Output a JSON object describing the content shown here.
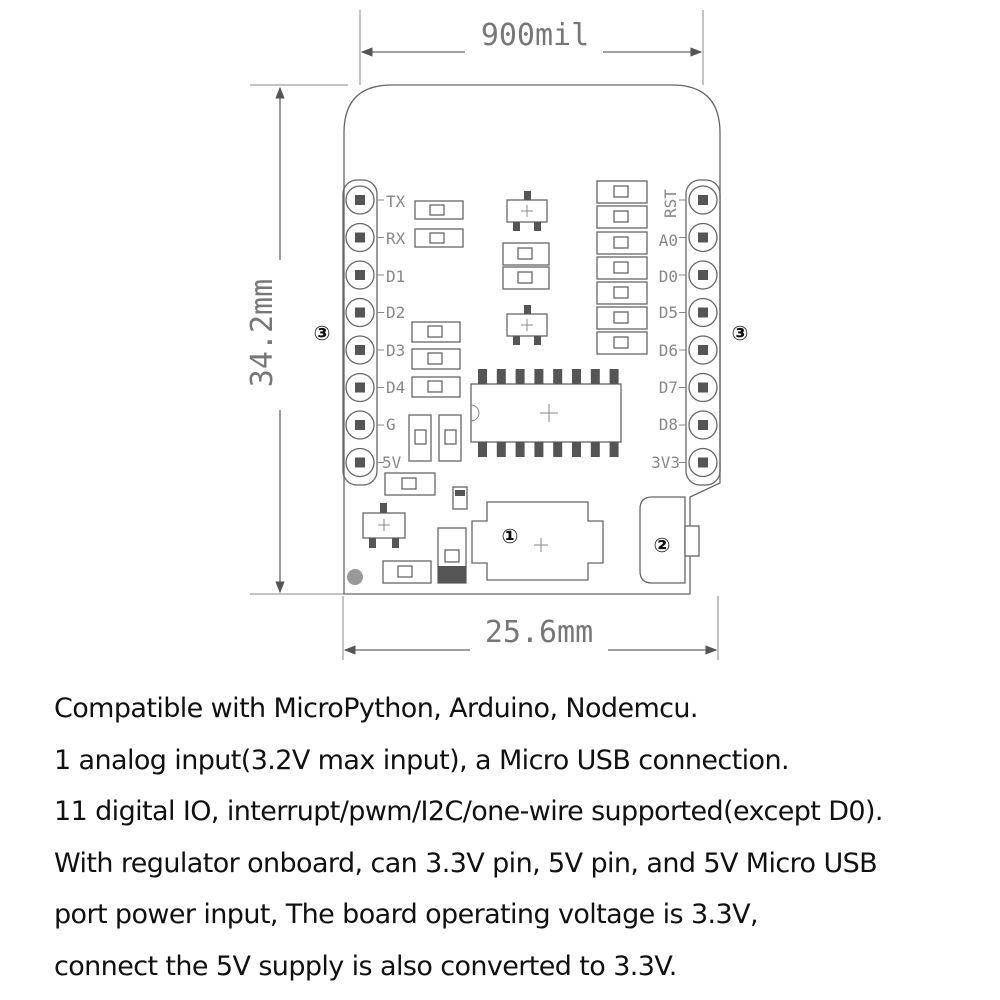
{
  "dimensions": {
    "width": "900mil",
    "height": "34.2mm",
    "bottom_width": "25.6mm"
  },
  "pins": {
    "left": [
      "TX",
      "RX",
      "D1",
      "D2",
      "D3",
      "D4",
      "G",
      "5V"
    ],
    "right": [
      "RST",
      "A0",
      "D0",
      "D5",
      "D6",
      "D7",
      "D8",
      "3V3"
    ]
  },
  "callouts": {
    "one": "①",
    "two": "②",
    "three_left": "③",
    "three_right": "③"
  },
  "description": [
    "Compatible with MicroPython, Arduino, Nodemcu.",
    "1 analog input(3.2V max input), a Micro USB connection.",
    "11 digital IO, interrupt/pwm/I2C/one-wire supported(except D0).",
    "With regulator onboard, can 3.3V pin, 5V pin, and 5V Micro USB",
    "port power input, The board operating voltage is 3.3V,",
    "connect the 5V supply is also converted to 3.3V."
  ],
  "colors": {
    "line": "#666666",
    "text": "#111111"
  }
}
